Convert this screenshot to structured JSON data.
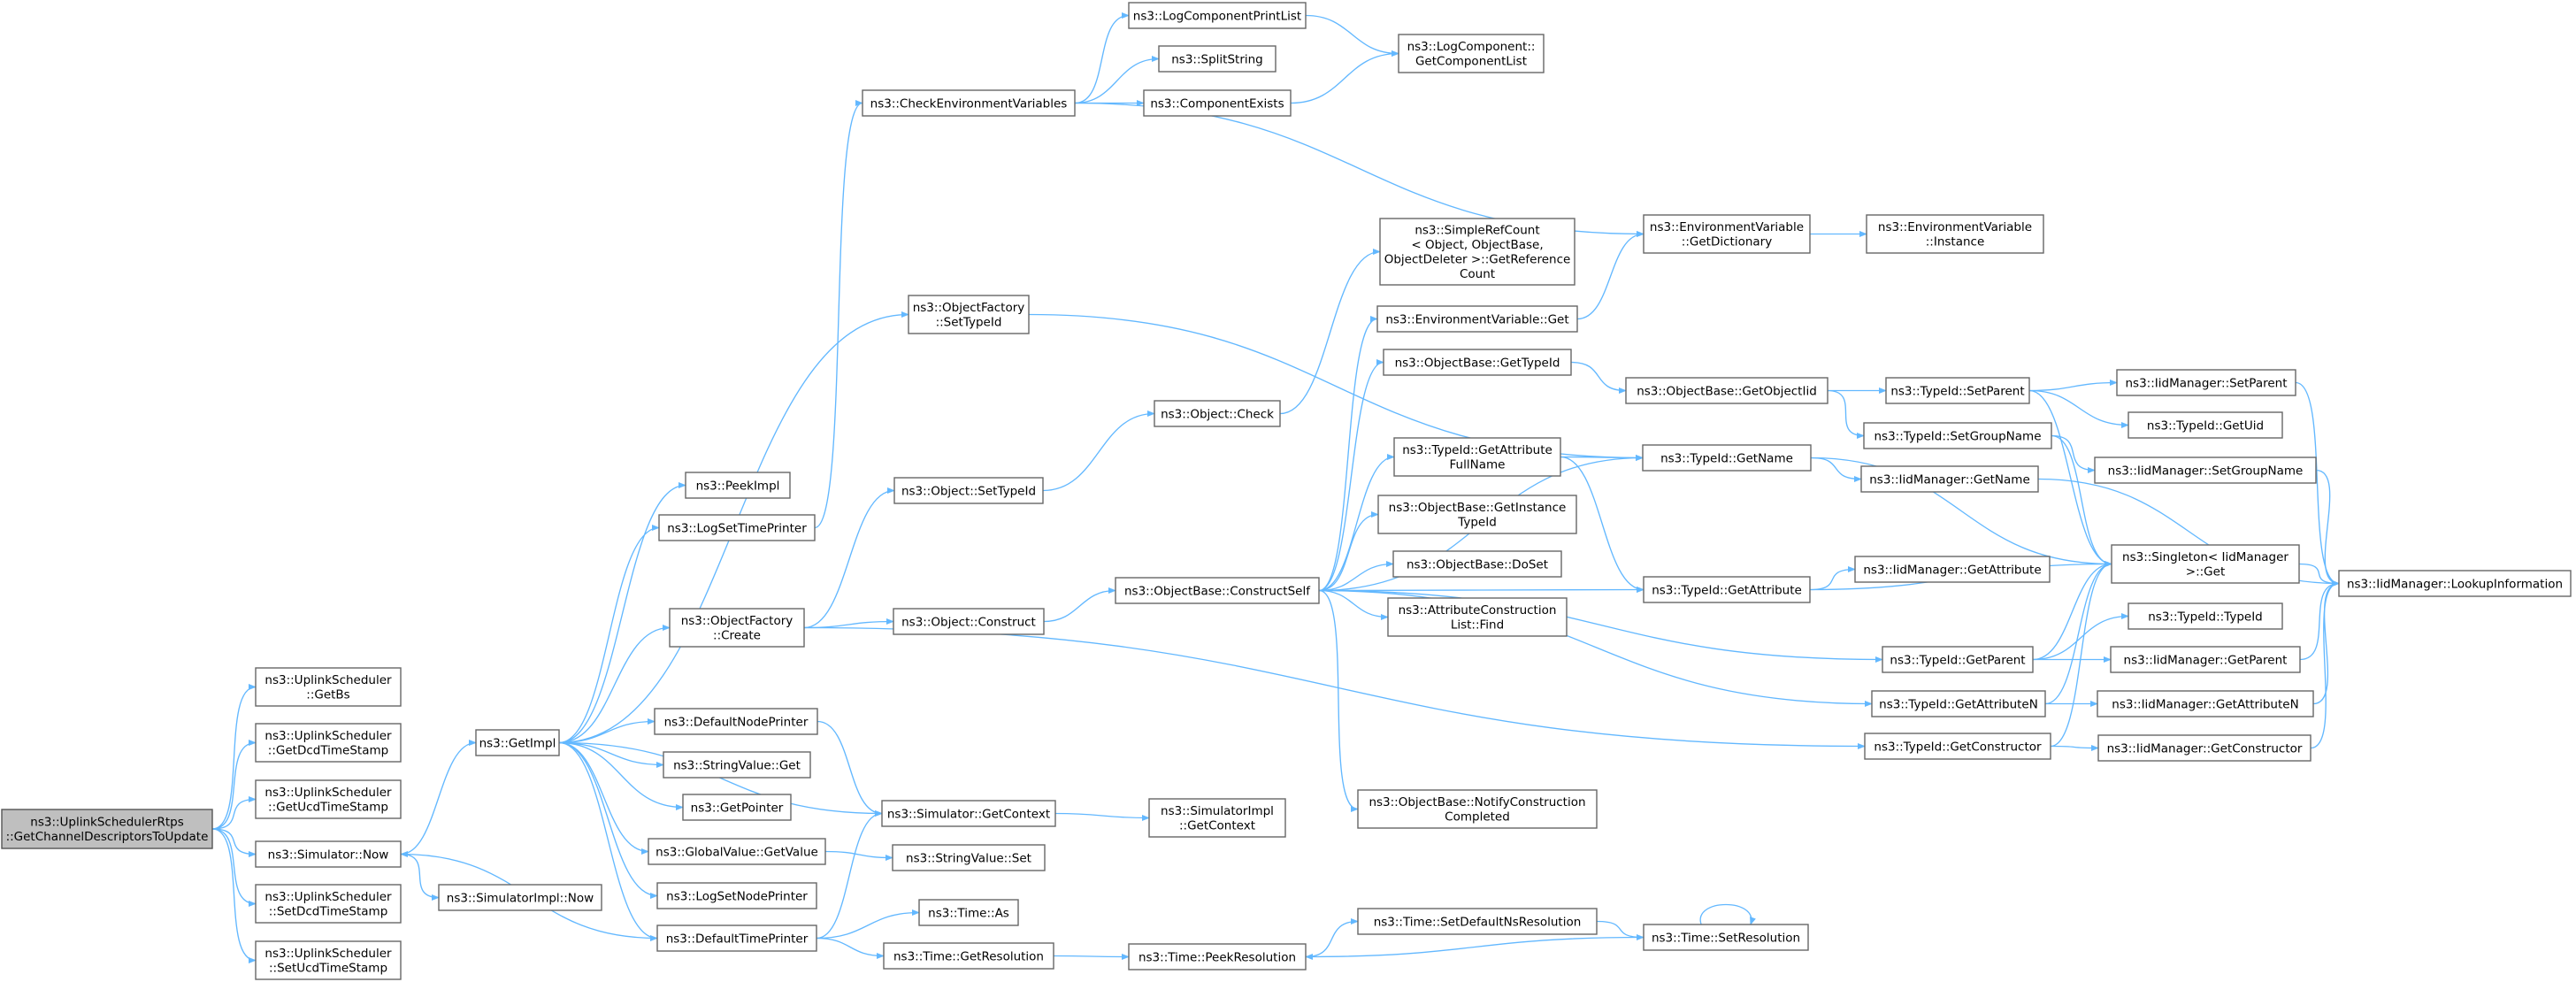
{
  "diagram": {
    "type": "call-graph",
    "colors": {
      "edge": "#63b8ff",
      "node_border": "#666666",
      "node_fill": "#ffffff",
      "root_fill": "#bfbfbf"
    },
    "nodes": [
      {
        "id": "root",
        "root": true,
        "lines": [
          "ns3::UplinkSchedulerRtps",
          "::GetChannelDescriptorsToUpdate"
        ]
      },
      {
        "id": "getbs",
        "lines": [
          "ns3::UplinkScheduler",
          "::GetBs"
        ]
      },
      {
        "id": "getdcd",
        "lines": [
          "ns3::UplinkScheduler",
          "::GetDcdTimeStamp"
        ]
      },
      {
        "id": "getucd",
        "lines": [
          "ns3::UplinkScheduler",
          "::GetUcdTimeStamp"
        ]
      },
      {
        "id": "simnow",
        "lines": [
          "ns3::Simulator::Now"
        ]
      },
      {
        "id": "setdcd",
        "lines": [
          "ns3::UplinkScheduler",
          "::SetDcdTimeStamp"
        ]
      },
      {
        "id": "setucd",
        "lines": [
          "ns3::UplinkScheduler",
          "::SetUcdTimeStamp"
        ]
      },
      {
        "id": "getimpl",
        "lines": [
          "ns3::GetImpl"
        ]
      },
      {
        "id": "simimplnow",
        "lines": [
          "ns3::SimulatorImpl::Now"
        ]
      },
      {
        "id": "peekimpl",
        "lines": [
          "ns3::PeekImpl"
        ]
      },
      {
        "id": "logsettime",
        "lines": [
          "ns3::LogSetTimePrinter"
        ]
      },
      {
        "id": "ofcreate",
        "lines": [
          "ns3::ObjectFactory",
          "::Create"
        ]
      },
      {
        "id": "defnodeprinter",
        "lines": [
          "ns3::DefaultNodePrinter"
        ]
      },
      {
        "id": "strvalget",
        "lines": [
          "ns3::StringValue::Get"
        ]
      },
      {
        "id": "getpointer",
        "lines": [
          "ns3::GetPointer"
        ]
      },
      {
        "id": "gvgetvalue",
        "lines": [
          "ns3::GlobalValue::GetValue"
        ]
      },
      {
        "id": "logsetnode",
        "lines": [
          "ns3::LogSetNodePrinter"
        ]
      },
      {
        "id": "deftimeprinter",
        "lines": [
          "ns3::DefaultTimePrinter"
        ]
      },
      {
        "id": "checkenv",
        "lines": [
          "ns3::CheckEnvironmentVariables"
        ]
      },
      {
        "id": "ofsettypeid",
        "lines": [
          "ns3::ObjectFactory",
          "::SetTypeId"
        ]
      },
      {
        "id": "objsettypeid",
        "lines": [
          "ns3::Object::SetTypeId"
        ]
      },
      {
        "id": "objconstruct",
        "lines": [
          "ns3::Object::Construct"
        ]
      },
      {
        "id": "simgetctx",
        "lines": [
          "ns3::Simulator::GetContext"
        ]
      },
      {
        "id": "strvalset",
        "lines": [
          "ns3::StringValue::Set"
        ]
      },
      {
        "id": "timeas",
        "lines": [
          "ns3::Time::As"
        ]
      },
      {
        "id": "timegetres",
        "lines": [
          "ns3::Time::GetResolution"
        ]
      },
      {
        "id": "logcompprint",
        "lines": [
          "ns3::LogComponentPrintList"
        ]
      },
      {
        "id": "splitstring",
        "lines": [
          "ns3::SplitString"
        ]
      },
      {
        "id": "compexists",
        "lines": [
          "ns3::ComponentExists"
        ]
      },
      {
        "id": "objcheck",
        "lines": [
          "ns3::Object::Check"
        ]
      },
      {
        "id": "constructself",
        "lines": [
          "ns3::ObjectBase::ConstructSelf"
        ]
      },
      {
        "id": "simimplgetctx",
        "lines": [
          "ns3::SimulatorImpl",
          "::GetContext"
        ]
      },
      {
        "id": "peekres",
        "lines": [
          "ns3::Time::PeekResolution"
        ]
      },
      {
        "id": "logcompgetlist",
        "lines": [
          "ns3::LogComponent::",
          "GetComponentList"
        ]
      },
      {
        "id": "simplerefcount",
        "lines": [
          "ns3::SimpleRefCount",
          "< Object, ObjectBase,",
          "ObjectDeleter >::GetReference",
          "Count"
        ]
      },
      {
        "id": "envget",
        "lines": [
          "ns3::EnvironmentVariable::Get"
        ]
      },
      {
        "id": "obgettypeid",
        "lines": [
          "ns3::ObjectBase::GetTypeId"
        ]
      },
      {
        "id": "tidgetattrfull",
        "lines": [
          "ns3::TypeId::GetAttribute",
          "FullName"
        ]
      },
      {
        "id": "obgetinstance",
        "lines": [
          "ns3::ObjectBase::GetInstance",
          "TypeId"
        ]
      },
      {
        "id": "obdoset",
        "lines": [
          "ns3::ObjectBase::DoSet"
        ]
      },
      {
        "id": "attrfind",
        "lines": [
          "ns3::AttributeConstruction",
          "List::Find"
        ]
      },
      {
        "id": "notifyconstr",
        "lines": [
          "ns3::ObjectBase::NotifyConstruction",
          "Completed"
        ]
      },
      {
        "id": "setdefaultns",
        "lines": [
          "ns3::Time::SetDefaultNsResolution"
        ]
      },
      {
        "id": "envgetdict",
        "lines": [
          "ns3::EnvironmentVariable",
          "::GetDictionary"
        ]
      },
      {
        "id": "obgetobjectiid",
        "lines": [
          "ns3::ObjectBase::GetObjectIid"
        ]
      },
      {
        "id": "tidgetname",
        "lines": [
          "ns3::TypeId::GetName"
        ]
      },
      {
        "id": "tidgetattr",
        "lines": [
          "ns3::TypeId::GetAttribute"
        ]
      },
      {
        "id": "timesetres",
        "lines": [
          "ns3::Time::SetResolution"
        ]
      },
      {
        "id": "envinstance",
        "lines": [
          "ns3::EnvironmentVariable",
          "::Instance"
        ]
      },
      {
        "id": "tidsetparent",
        "lines": [
          "ns3::TypeId::SetParent"
        ]
      },
      {
        "id": "tidsetgroup",
        "lines": [
          "ns3::TypeId::SetGroupName"
        ]
      },
      {
        "id": "iidgetname",
        "lines": [
          "ns3::IidManager::GetName"
        ]
      },
      {
        "id": "iidgetattr",
        "lines": [
          "ns3::IidManager::GetAttribute"
        ]
      },
      {
        "id": "tidgetparent",
        "lines": [
          "ns3::TypeId::GetParent"
        ]
      },
      {
        "id": "tidgetattrn",
        "lines": [
          "ns3::TypeId::GetAttributeN"
        ]
      },
      {
        "id": "tidgetconstructor",
        "lines": [
          "ns3::TypeId::GetConstructor"
        ]
      },
      {
        "id": "iidsetparent",
        "lines": [
          "ns3::IidManager::SetParent"
        ]
      },
      {
        "id": "tidgetuid",
        "lines": [
          "ns3::TypeId::GetUid"
        ]
      },
      {
        "id": "iidsetgroup",
        "lines": [
          "ns3::IidManager::SetGroupName"
        ]
      },
      {
        "id": "singletonget",
        "lines": [
          "ns3::Singleton< IidManager",
          ">::Get"
        ]
      },
      {
        "id": "tidtypeid",
        "lines": [
          "ns3::TypeId::TypeId"
        ]
      },
      {
        "id": "iidgetparent",
        "lines": [
          "ns3::IidManager::GetParent"
        ]
      },
      {
        "id": "iidgetattrn",
        "lines": [
          "ns3::IidManager::GetAttributeN"
        ]
      },
      {
        "id": "iidgetconstructor",
        "lines": [
          "ns3::IidManager::GetConstructor"
        ]
      },
      {
        "id": "iidlookup",
        "lines": [
          "ns3::IidManager::LookupInformation"
        ]
      }
    ],
    "edges": [
      [
        "root",
        "getbs"
      ],
      [
        "root",
        "getdcd"
      ],
      [
        "root",
        "getucd"
      ],
      [
        "root",
        "simnow"
      ],
      [
        "root",
        "setdcd"
      ],
      [
        "root",
        "setucd"
      ],
      [
        "simnow",
        "getimpl"
      ],
      [
        "simnow",
        "simimplnow"
      ],
      [
        "getimpl",
        "peekimpl"
      ],
      [
        "getimpl",
        "logsettime"
      ],
      [
        "getimpl",
        "ofcreate"
      ],
      [
        "getimpl",
        "defnodeprinter"
      ],
      [
        "getimpl",
        "strvalget"
      ],
      [
        "getimpl",
        "getpointer"
      ],
      [
        "getimpl",
        "gvgetvalue"
      ],
      [
        "getimpl",
        "logsetnode"
      ],
      [
        "getimpl",
        "deftimeprinter"
      ],
      [
        "getimpl",
        "ofsettypeid"
      ],
      [
        "getimpl",
        "simgetctx"
      ],
      [
        "logsettime",
        "checkenv"
      ],
      [
        "ofcreate",
        "objsettypeid"
      ],
      [
        "ofcreate",
        "objconstruct"
      ],
      [
        "ofcreate",
        "tidgetconstructor"
      ],
      [
        "defnodeprinter",
        "simgetctx"
      ],
      [
        "gvgetvalue",
        "strvalset"
      ],
      [
        "deftimeprinter",
        "simnow"
      ],
      [
        "deftimeprinter",
        "timeas"
      ],
      [
        "deftimeprinter",
        "timegetres"
      ],
      [
        "deftimeprinter",
        "simgetctx"
      ],
      [
        "checkenv",
        "logcompprint"
      ],
      [
        "checkenv",
        "splitstring"
      ],
      [
        "checkenv",
        "compexists"
      ],
      [
        "checkenv",
        "envgetdict"
      ],
      [
        "ofsettypeid",
        "tidgetname"
      ],
      [
        "objsettypeid",
        "objcheck"
      ],
      [
        "objconstruct",
        "constructself"
      ],
      [
        "simgetctx",
        "simimplgetctx"
      ],
      [
        "timegetres",
        "peekres"
      ],
      [
        "logcompprint",
        "logcompgetlist"
      ],
      [
        "compexists",
        "logcompgetlist"
      ],
      [
        "objcheck",
        "simplerefcount"
      ],
      [
        "constructself",
        "envget"
      ],
      [
        "constructself",
        "obgettypeid"
      ],
      [
        "constructself",
        "tidgetname"
      ],
      [
        "constructself",
        "tidgetattrfull"
      ],
      [
        "constructself",
        "obgetinstance"
      ],
      [
        "constructself",
        "obdoset"
      ],
      [
        "constructself",
        "attrfind"
      ],
      [
        "constructself",
        "tidgetattr"
      ],
      [
        "constructself",
        "tidgetparent"
      ],
      [
        "constructself",
        "tidgetattrn"
      ],
      [
        "constructself",
        "notifyconstr"
      ],
      [
        "peekres",
        "setdefaultns"
      ],
      [
        "envget",
        "envgetdict"
      ],
      [
        "envgetdict",
        "envinstance"
      ],
      [
        "obgettypeid",
        "obgetobjectiid"
      ],
      [
        "obgetobjectiid",
        "tidsetparent"
      ],
      [
        "obgetobjectiid",
        "tidsetgroup"
      ],
      [
        "tidgetattrfull",
        "tidgetname"
      ],
      [
        "tidgetattrfull",
        "tidgetattr"
      ],
      [
        "setdefaultns",
        "timesetres"
      ],
      [
        "timesetres",
        "peekres"
      ],
      [
        "timesetres",
        "timesetres"
      ],
      [
        "tidgetname",
        "iidgetname"
      ],
      [
        "tidgetname",
        "singletonget"
      ],
      [
        "tidgetattr",
        "iidgetattr"
      ],
      [
        "tidgetattr",
        "singletonget"
      ],
      [
        "tidsetparent",
        "iidsetparent"
      ],
      [
        "tidsetparent",
        "tidgetuid"
      ],
      [
        "tidsetparent",
        "singletonget"
      ],
      [
        "tidsetgroup",
        "iidsetgroup"
      ],
      [
        "tidsetgroup",
        "singletonget"
      ],
      [
        "iidgetname",
        "iidlookup"
      ],
      [
        "tidgetparent",
        "tidtypeid"
      ],
      [
        "tidgetparent",
        "iidgetparent"
      ],
      [
        "tidgetparent",
        "singletonget"
      ],
      [
        "tidgetattrn",
        "iidgetattrn"
      ],
      [
        "tidgetattrn",
        "singletonget"
      ],
      [
        "tidgetconstructor",
        "iidgetconstructor"
      ],
      [
        "tidgetconstructor",
        "singletonget"
      ],
      [
        "iidsetparent",
        "iidlookup"
      ],
      [
        "iidsetgroup",
        "iidlookup"
      ],
      [
        "iidgetparent",
        "iidlookup"
      ],
      [
        "iidgetattrn",
        "iidlookup"
      ],
      [
        "iidgetconstructor",
        "iidlookup"
      ],
      [
        "singletonget",
        "iidlookup"
      ]
    ]
  }
}
